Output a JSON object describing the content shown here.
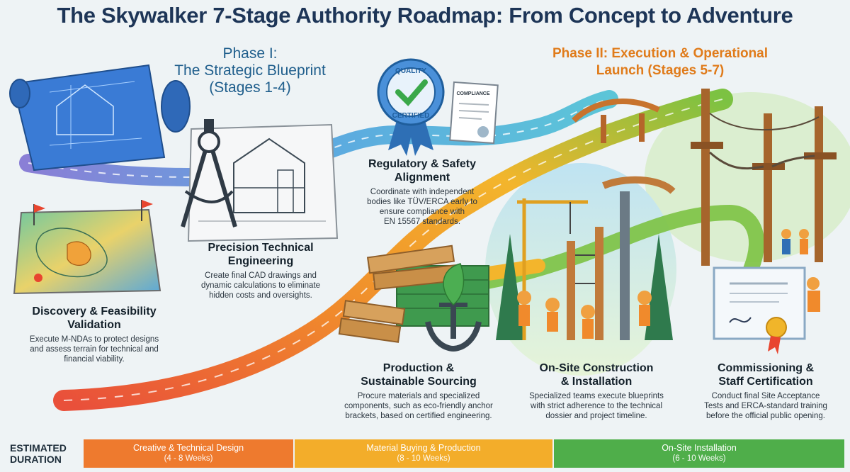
{
  "title": "The Skywalker 7-Stage Authority Roadmap: From Concept to Adventure",
  "phase1": {
    "line1": "Phase I:",
    "line2": "The Strategic Blueprint",
    "line3": "(Stages 1-4)"
  },
  "phase2": {
    "line1": "Phase II: Execution & Operational",
    "line2": "Launch (Stages 5-7)"
  },
  "badges": {
    "quality_top": "QUALITY",
    "quality_bottom": "CERTIFIED",
    "compliance": "COMPLIANCE"
  },
  "stages": [
    {
      "title_lines": [
        "Discovery & Feasibility",
        "Validation"
      ],
      "desc_lines": [
        "Execute M-NDAs to protect designs",
        "and assess terrain for technical and",
        "financial viability."
      ]
    },
    {
      "title_lines": [
        "Precision Technical",
        "Engineering"
      ],
      "desc_lines": [
        "Create final CAD drawings and",
        "dynamic calculations to eliminate",
        "hidden costs and oversights."
      ]
    },
    {
      "title_lines": [
        "Regulatory & Safety",
        "Alignment"
      ],
      "desc_lines": [
        "Coordinate with independent",
        "bodies like TÜV/ERCA early to",
        "ensure compliance with",
        "EN 15567 standards."
      ]
    },
    {
      "title_lines": [
        "Production &",
        "Sustainable Sourcing"
      ],
      "desc_lines": [
        "Procure materials and specialized",
        "components, such as eco-friendly anchor",
        "brackets, based on certified engineering."
      ]
    },
    {
      "title_lines": [
        "On-Site Construction",
        "& Installation"
      ],
      "desc_lines": [
        "Specialized teams execute blueprints",
        "with strict adherence to the technical",
        "dossier and project timeline."
      ]
    },
    {
      "title_lines": [
        "Commissioning &",
        "Staff Certification"
      ],
      "desc_lines": [
        "Conduct final Site Acceptance",
        "Tests and ERCA-standard training",
        "before the official public opening."
      ]
    }
  ],
  "duration": {
    "label_line1": "ESTIMATED",
    "label_line2": "DURATION",
    "bars": [
      {
        "label": "Creative & Technical Design",
        "sub": "(4 - 8 Weeks)",
        "color": "#ee7a2e"
      },
      {
        "label": "Material Buying & Production",
        "sub": "(8 - 10 Weeks)",
        "color": "#f3ad2a"
      },
      {
        "label": "On-Site Installation",
        "sub": "(6 - 10 Weeks)",
        "color": "#4fae4a"
      }
    ]
  },
  "colors": {
    "road_blue": "#4a8fd6",
    "road_teal": "#5cc5d8",
    "road_orange": "#f08a2c",
    "road_green": "#7cc242",
    "title": "#1d3557",
    "phase1": "#1f5e8c",
    "phase2": "#e07b1a"
  }
}
